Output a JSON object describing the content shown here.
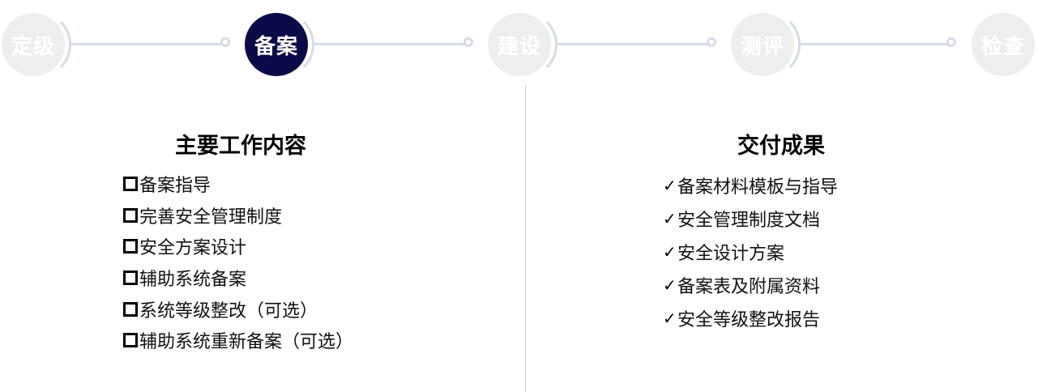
{
  "stepper": {
    "steps": [
      {
        "label": "定级",
        "active": false
      },
      {
        "label": "备案",
        "active": true
      },
      {
        "label": "建设",
        "active": false
      },
      {
        "label": "测评",
        "active": false
      },
      {
        "label": "检查",
        "active": false
      }
    ],
    "colors": {
      "active": "#0b0b4a",
      "inactive": "#eeeeef",
      "connector": "#d7dce6"
    }
  },
  "left": {
    "title": "主要工作内容",
    "bullet_icon": "hollow-square-icon",
    "items": [
      "备案指导",
      "完善安全管理制度",
      "安全方案设计",
      "辅助系统备案",
      "系统等级整改（可选）",
      "辅助系统重新备案（可选）"
    ]
  },
  "right": {
    "title": "交付成果",
    "bullet_icon": "checkmark-icon",
    "items": [
      "备案材料模板与指导",
      "安全管理制度文档",
      "安全设计方案",
      "备案表及附属资料",
      "安全等级整改报告"
    ]
  }
}
